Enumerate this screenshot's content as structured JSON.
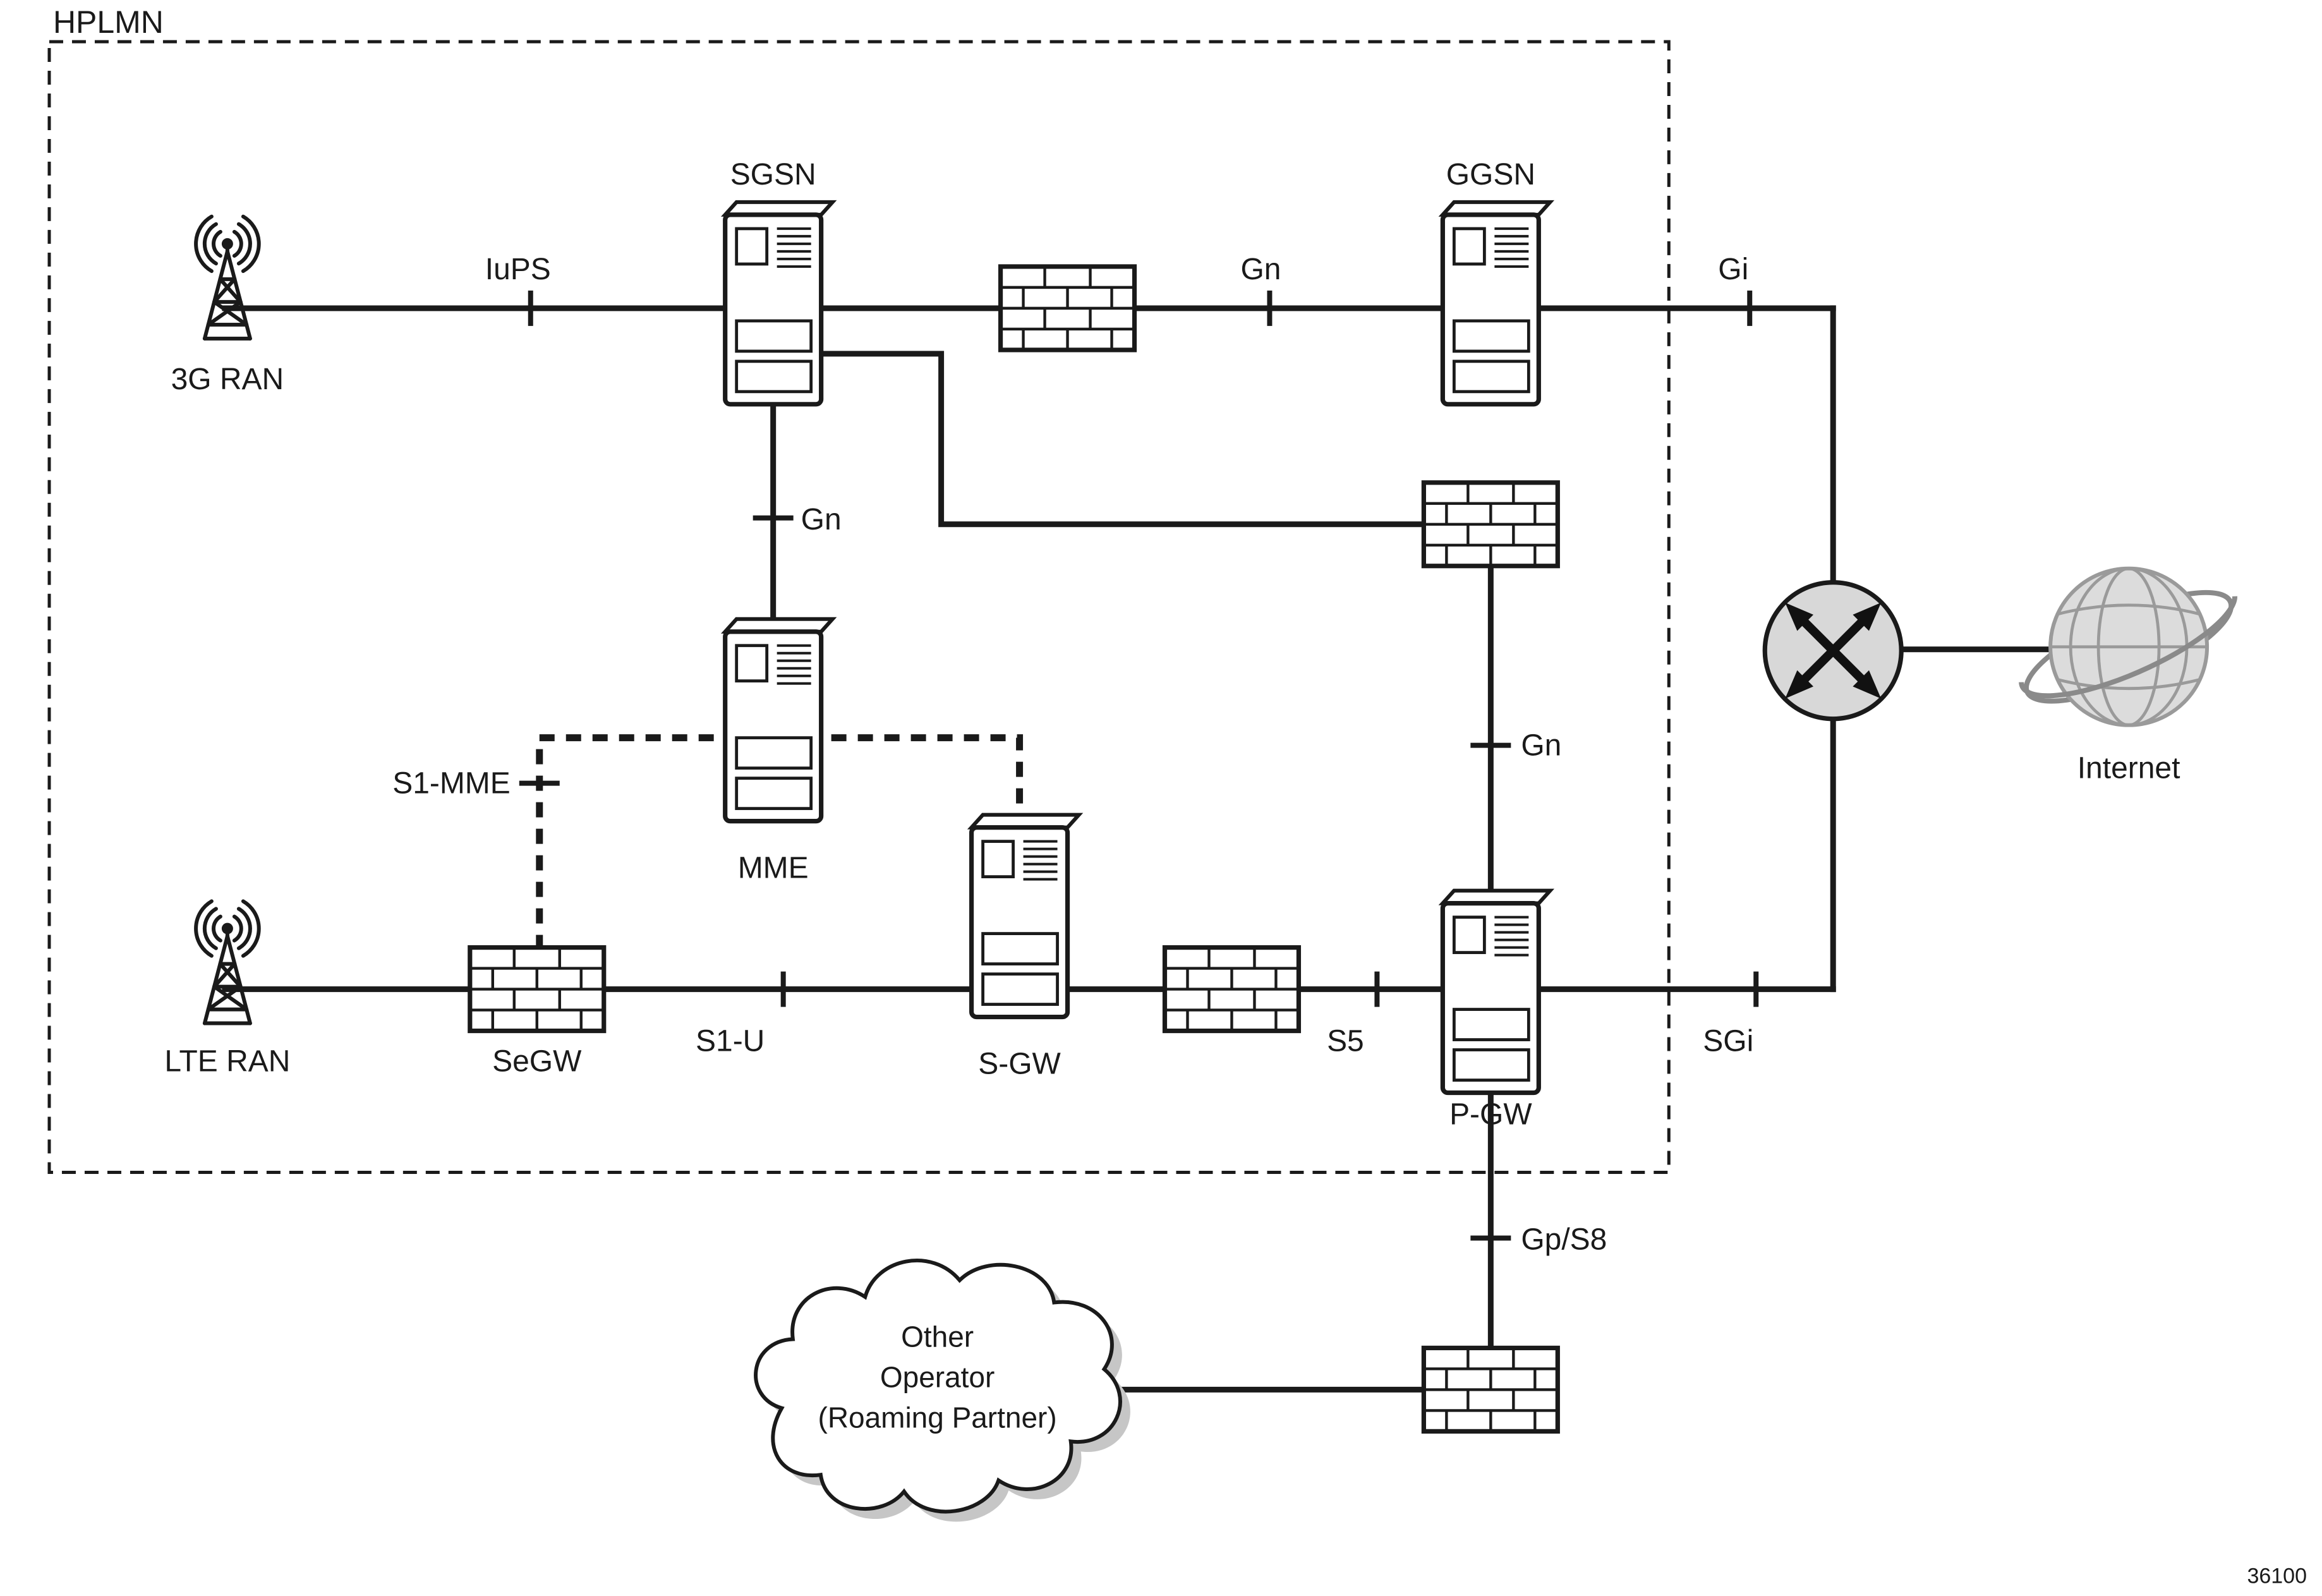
{
  "colors": {
    "ink": "#1a1a1a",
    "router_fill": "#d8d8d8",
    "globe_fill": "#dcdcdc",
    "globe_line": "#9a9a9a",
    "cloud_shadow": "#c6c6c6"
  },
  "diagram": {
    "region_label": "HPLMN",
    "figure_number": "36100",
    "nodes": {
      "ran_3g": {
        "label": "3G RAN",
        "type": "radio-antenna"
      },
      "sgsn": {
        "label": "SGSN",
        "type": "server"
      },
      "ggsn": {
        "label": "GGSN",
        "type": "server"
      },
      "mme": {
        "label": "MME",
        "type": "server"
      },
      "ran_lte": {
        "label": "LTE RAN",
        "type": "radio-antenna"
      },
      "segw": {
        "label": "SeGW",
        "type": "firewall"
      },
      "sgw": {
        "label": "S-GW",
        "type": "server"
      },
      "pgw": {
        "label": "P-GW",
        "type": "server"
      },
      "router": {
        "type": "router"
      },
      "internet": {
        "label": "Internet",
        "type": "globe"
      },
      "other_operator": {
        "type": "cloud",
        "lines": [
          "Other",
          "Operator",
          "(Roaming Partner)"
        ]
      }
    },
    "interfaces": {
      "iups": {
        "label": "IuPS"
      },
      "gn_sgsn_ggsn": {
        "label": "Gn"
      },
      "gi": {
        "label": "Gi"
      },
      "gn_sgsn_mme": {
        "label": "Gn"
      },
      "gn_fw_pgw": {
        "label": "Gn"
      },
      "s1_mme": {
        "label": "S1-MME"
      },
      "s1_u": {
        "label": "S1-U"
      },
      "s5": {
        "label": "S5"
      },
      "sgi": {
        "label": "SGi"
      },
      "gp_s8": {
        "label": "Gp/S8"
      }
    }
  }
}
